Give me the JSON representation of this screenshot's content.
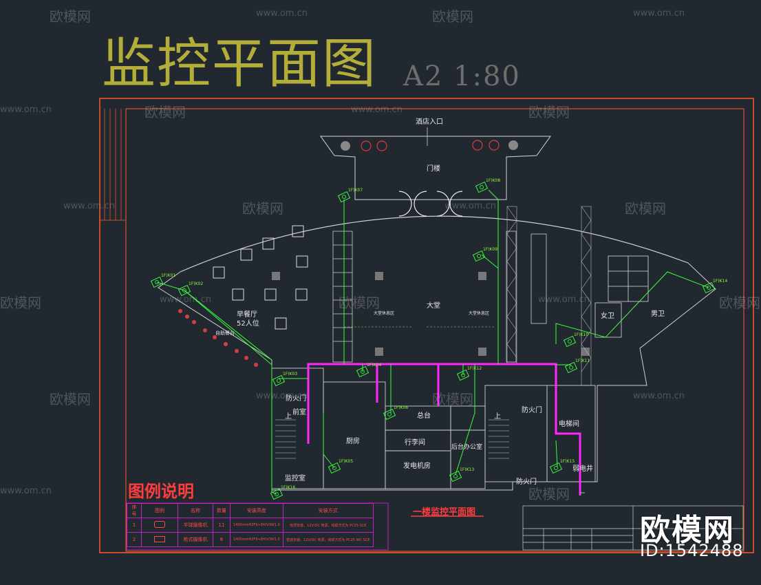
{
  "header": {
    "title": "监控平面图",
    "scale": "A2   1:80"
  },
  "watermarks": {
    "brand": "欧模网",
    "site": "www.om.cn"
  },
  "rooms": {
    "entrance": "酒店入口",
    "gate": "门楼",
    "hall": "大堂",
    "breakfast": "早餐厅",
    "breakfast_seats": "52人位",
    "buffet": "自助餐台",
    "ladies": "女卫",
    "mens": "男卫",
    "front_room": "前室",
    "kitchen": "厨房",
    "luggage": "行李间",
    "reception": "总台",
    "backoffice": "后台办公室",
    "generator": "发电机房",
    "monitor_room": "监控室",
    "fire_door_1": "防火门",
    "fire_door_2": "防火门",
    "fire_door_3": "防火门",
    "elevator_room": "电梯间",
    "weak_shaft": "弱电井",
    "up_1": "上",
    "up_2": "上",
    "lobby_rest_1": "大堂休息区",
    "lobby_rest_2": "大堂休息区"
  },
  "cameras": [
    "1F)K01",
    "1F)K02",
    "1F)K03",
    "1F)K04",
    "1F)K05",
    "1F)K06",
    "1F)K07",
    "1F)K08",
    "1F)K09",
    "1F)K10",
    "1F)K11",
    "1F)K12",
    "1F)K13",
    "1F)K14",
    "1F)K15",
    "1F)K16"
  ],
  "legend": {
    "title": "图例说明",
    "headers": [
      "序号",
      "图例",
      "名称",
      "数量",
      "安装高度",
      "安装方式"
    ],
    "rows": [
      {
        "no": "1",
        "name": "半球摄像机",
        "qty": "11",
        "height": "1400mmH2F9+8H/V3W1.0",
        "method": "吸顶安装，12V/DC 电源，线缆方式为 PC25 SCE"
      },
      {
        "no": "2",
        "name": "枪式摄像机",
        "qty": "6",
        "height": "1400mmH2F9+8H/V3W1.0",
        "method": "壁挂安装，12V/DC 电源，线缆方式为 PC25 WC SCE"
      }
    ]
  },
  "plan_title": "一楼监控平面图",
  "brand_stamp": {
    "name": "欧模网",
    "id": "ID:1542488"
  },
  "colors": {
    "background": "#212830",
    "frame": "#ff5a28",
    "title": "#b3ad3a",
    "camera": "#3aff3a",
    "trunk": "#ff28ff"
  }
}
